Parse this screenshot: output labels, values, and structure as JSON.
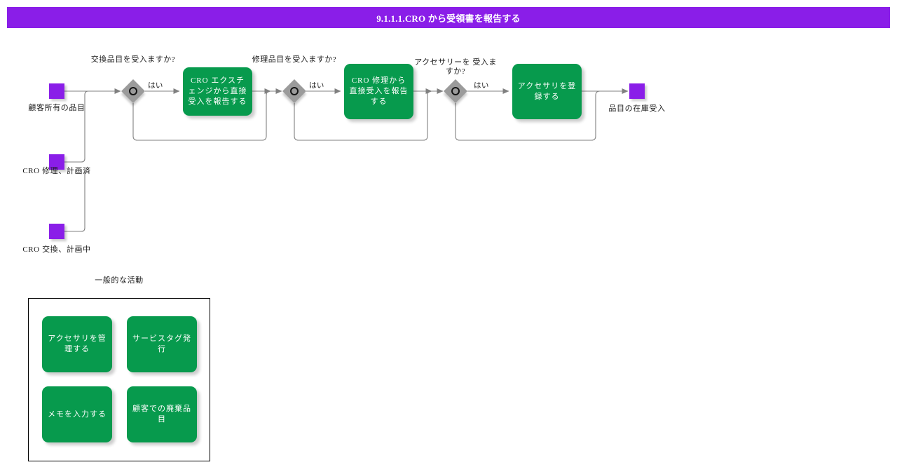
{
  "title": "9.1.1.1.CRO から受領書を報告する",
  "colors": {
    "header": "#8a1ee8",
    "event": "#8a1ee8",
    "task": "#079a4d",
    "gateway": "#9b9b9b",
    "connector": "#808080",
    "group_border": "#000000",
    "text": "#1a1a1a"
  },
  "diagram": {
    "start_events": [
      {
        "name": "customer-owned-item",
        "label": "顧客所有の品目"
      },
      {
        "name": "cro-repair-planned",
        "label": "CRO 修理、計画済"
      },
      {
        "name": "cro-exchange-planned",
        "label": "CRO 交換、計画中"
      }
    ],
    "end_events": [
      {
        "name": "item-stock-receipt",
        "label": "品目の在庫受入"
      }
    ],
    "gateways": [
      {
        "name": "accept-exchange-item",
        "label": "交換品目を受入ますか?",
        "yes_label": "はい"
      },
      {
        "name": "accept-repair-item",
        "label": "修理品目を受入ますか?",
        "yes_label": "はい"
      },
      {
        "name": "accept-accessory",
        "label": "アクセサリーを 受入ますか?",
        "yes_label": "はい"
      }
    ],
    "tasks": [
      {
        "name": "report-cro-exchange-direct-receipt",
        "label": "CRO エクスチェンジから直接受入を報告する"
      },
      {
        "name": "report-cro-repair-direct-receipt",
        "label": "CRO 修理から直接受入を報告する"
      },
      {
        "name": "register-accessory",
        "label": "アクセサリを登録する"
      }
    ],
    "group": {
      "label": "一般的な活動",
      "tasks": [
        {
          "name": "manage-accessory",
          "label": "アクセサリを管理する"
        },
        {
          "name": "issue-service-tag",
          "label": "サービスタグ発行"
        },
        {
          "name": "enter-memo",
          "label": "メモを入力する"
        },
        {
          "name": "discard-item-at-customer",
          "label": "顧客での廃棄品目"
        }
      ]
    }
  }
}
